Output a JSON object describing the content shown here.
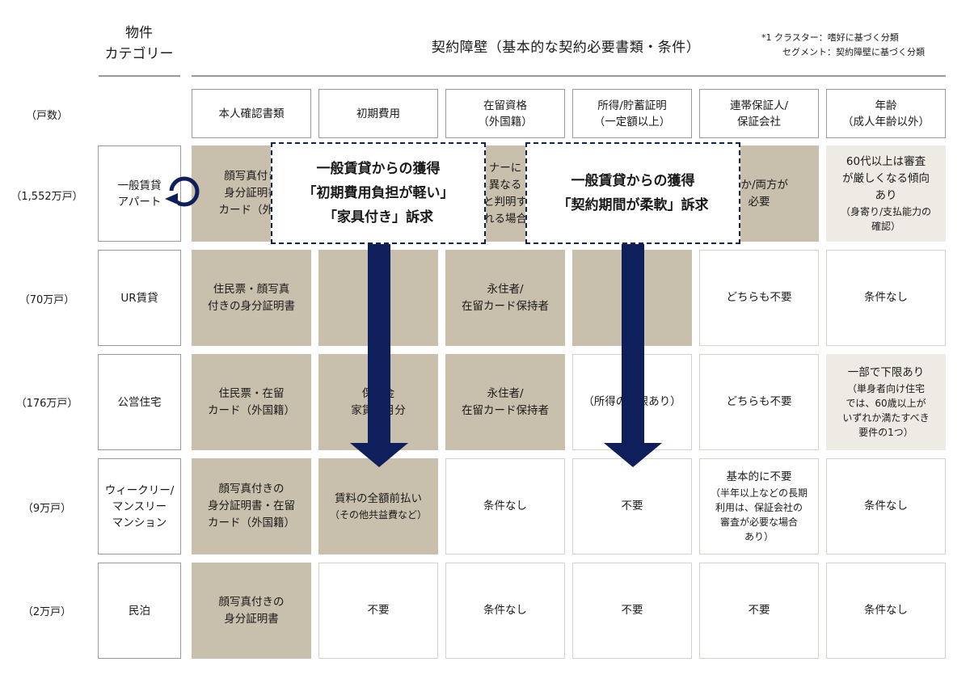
{
  "header": {
    "category_title": [
      "物件",
      "カテゴリー"
    ],
    "main_title": "契約障壁（基本的な契約必要書類・条件）",
    "note_line1": "*1 クラスター：嗜好に基づく分類",
    "note_line2": "セグメント：契約障壁に基づく分類"
  },
  "units_label": "（戸数）",
  "columns": [
    "本人確認書類",
    "初期費用",
    "在留資格\n（外国籍）",
    "所得/貯蓄証明\n（一定額以上）",
    "連帯保証人/\n保証会社",
    "年齢\n（成人年齢以外）"
  ],
  "rows": [
    {
      "count": "（1,552万戸）",
      "category": "一般賃貸\nアパート",
      "cells": [
        {
          "text": "顔写真付き\n身分証明書\nカード（外国",
          "style": "filled"
        },
        {
          "text": "",
          "style": "filled"
        },
        {
          "text": "ナーに\n異なる\nと判明す\nれる場合",
          "style": "filled"
        },
        {
          "text": "",
          "style": "filled"
        },
        {
          "text": "れか/両方が\n必要",
          "style": "filled"
        },
        {
          "text": "60代以上は審査\nが厳しくなる傾向\nあり",
          "sub": "（身寄り/支払能力の\n確認）",
          "style": "light"
        }
      ]
    },
    {
      "count": "（70万戸）",
      "category": "UR賃貸",
      "cells": [
        {
          "text": "住民票・顔写真\n付きの身分証明書",
          "style": "filled"
        },
        {
          "text": "",
          "style": "filled"
        },
        {
          "text": "永住者/\n在留カード保持者",
          "style": "filled"
        },
        {
          "text": "",
          "style": "filled"
        },
        {
          "text": "どちらも不要",
          "style": "white"
        },
        {
          "text": "条件なし",
          "style": "white"
        }
      ]
    },
    {
      "count": "（176万戸）",
      "category": "公営住宅",
      "cells": [
        {
          "text": "住民票・在留\nカード（外国籍）",
          "style": "filled"
        },
        {
          "text": "保証金\n家賃　月分",
          "style": "filled"
        },
        {
          "text": "永住者/\n在留カード保持者",
          "style": "filled"
        },
        {
          "text": "（所得の　限あり）",
          "style": "white"
        },
        {
          "text": "どちらも不要",
          "style": "white"
        },
        {
          "text": "一部で下限あり",
          "sub": "（単身者向け住宅\nでは、60歳以上が\nいずれか満たすべき\n要件の1つ）",
          "style": "light"
        }
      ]
    },
    {
      "count": "（9万戸）",
      "category": "ウィークリー/\nマンスリー\nマンション",
      "cells": [
        {
          "text": "顔写真付きの\n身分証明書・在留\nカード（外国籍）",
          "style": "filled"
        },
        {
          "text": "賃料の全額前払い",
          "sub": "（その他共益費など）",
          "style": "filled"
        },
        {
          "text": "条件なし",
          "style": "white"
        },
        {
          "text": "不要",
          "style": "white"
        },
        {
          "text": "基本的に不要",
          "sub": "（半年以上などの長期\n利用は、保証会社の\n審査が必要な場合\nあり）",
          "style": "white"
        },
        {
          "text": "条件なし",
          "style": "white"
        }
      ]
    },
    {
      "count": "（2万戸）",
      "category": "民泊",
      "cells": [
        {
          "text": "顔写真付きの\n身分証明書",
          "style": "filled"
        },
        {
          "text": "不要",
          "style": "white"
        },
        {
          "text": "条件なし",
          "style": "white"
        },
        {
          "text": "不要",
          "style": "white"
        },
        {
          "text": "不要",
          "style": "white"
        },
        {
          "text": "条件なし",
          "style": "white"
        }
      ]
    }
  ],
  "callouts": [
    {
      "lines": [
        "一般賃貸からの獲得",
        "「初期費用負担が軽い」",
        "「家具付き」訴求"
      ]
    },
    {
      "lines": [
        "一般賃貸からの獲得",
        "「契約期間が柔軟」訴求"
      ]
    }
  ],
  "colors": {
    "filled": "#c8bfac",
    "light": "#eeebe5",
    "navy": "#0f1f5c",
    "border": "#9a9a9a"
  }
}
